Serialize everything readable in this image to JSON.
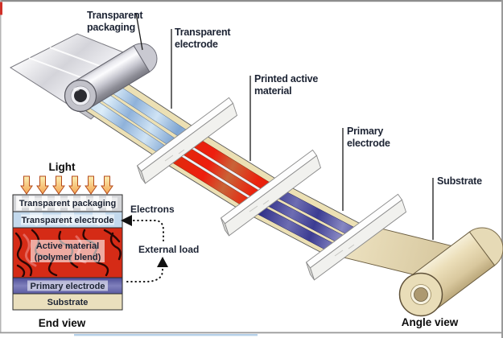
{
  "angle_view": {
    "caption": "Angle view",
    "labels": {
      "transparent_packaging": {
        "line1": "Transparent",
        "line2": "packaging"
      },
      "transparent_electrode": {
        "line1": "Transparent",
        "line2": "electrode"
      },
      "printed_active_material": {
        "line1": "Printed active",
        "line2": "material"
      },
      "primary_electrode": {
        "line1": "Primary",
        "line2": "electrode"
      },
      "substrate": {
        "line1": "Substrate"
      }
    }
  },
  "end_view": {
    "caption": "End view",
    "light_label": "Light",
    "electrons_label": "Electrons",
    "external_load_label": "External load",
    "layers": [
      {
        "name": "Transparent packaging",
        "color": "#d4d5d8"
      },
      {
        "name": "Transparent electrode",
        "color": "#c3d9ed"
      },
      {
        "name": "Active material",
        "name2": "(polymer blend)",
        "color": "#d52b16"
      },
      {
        "name": "Primary electrode",
        "color": "#5a5aa6"
      },
      {
        "name": "Substrate",
        "color": "#eadfbd"
      }
    ]
  },
  "colors": {
    "web_edge_cream": "#ece0b4",
    "transparent_electrode_blue": "#9cbede",
    "active_material_red": "#e32310",
    "primary_electrode_blue": "#44449a",
    "substrate_beige": "#e7dcba",
    "packaging_silver": "#cdcdd4",
    "blade_white": "#f1f1ee",
    "label_text": "#1c2333"
  }
}
